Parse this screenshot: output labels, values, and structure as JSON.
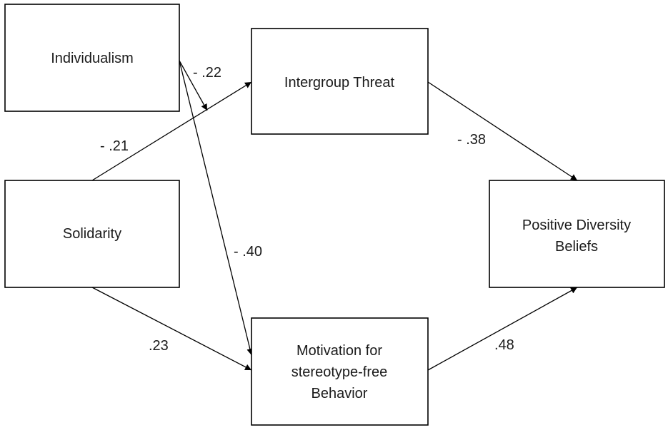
{
  "nodes": {
    "individualism": {
      "lines": [
        "Individualism"
      ]
    },
    "intergroup_threat": {
      "lines": [
        "Intergroup Threat"
      ]
    },
    "solidarity": {
      "lines": [
        "Solidarity"
      ]
    },
    "positive_diversity_beliefs": {
      "lines": [
        "Positive Diversity",
        "Beliefs"
      ]
    },
    "motivation": {
      "lines": [
        "Motivation for",
        "stereotype-free",
        "Behavior"
      ]
    }
  },
  "edges": {
    "individualism_to_threat": {
      "from": "Individualism",
      "to": "Intergroup Threat",
      "label": "- .22"
    },
    "solidarity_to_threat": {
      "from": "Solidarity",
      "to": "Intergroup Threat",
      "label": "- .21"
    },
    "individualism_to_motivation": {
      "from": "Individualism",
      "to": "Motivation for stereotype-free Behavior",
      "label": "- .40"
    },
    "solidarity_to_motivation": {
      "from": "Solidarity",
      "to": "Motivation for stereotype-free Behavior",
      "label": ".23"
    },
    "threat_to_beliefs": {
      "from": "Intergroup Threat",
      "to": "Positive Diversity Beliefs",
      "label": "- .38"
    },
    "motivation_to_beliefs": {
      "from": "Motivation for stereotype-free Behavior",
      "to": "Positive Diversity Beliefs",
      "label": ".48"
    }
  }
}
